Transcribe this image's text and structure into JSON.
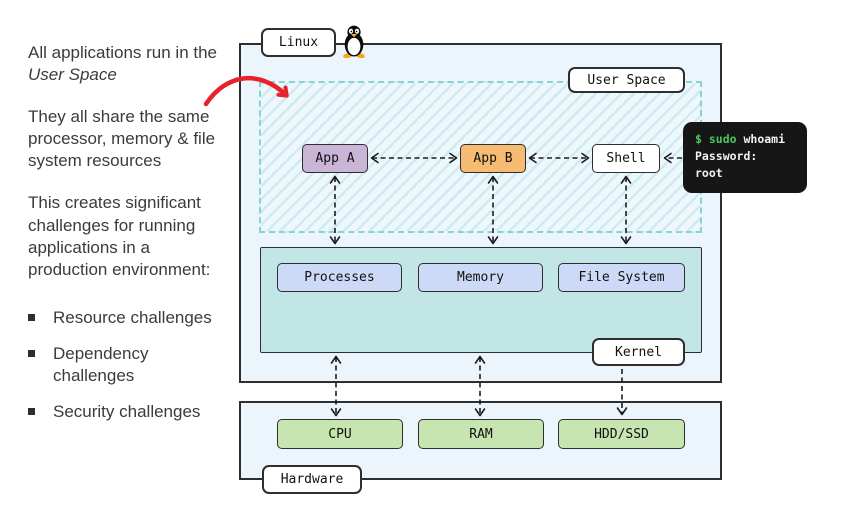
{
  "sidebar": {
    "p1": {
      "normal": "All applications run in the ",
      "italic": "User Space"
    },
    "p2": "They all share the same processor, memory & file system resources",
    "p3": "This creates significant challenges for running applications in a production environment:",
    "bullets": [
      "Resource challenges",
      "Dependency challenges",
      "Security challenges"
    ]
  },
  "diagram": {
    "linux_label": "Linux",
    "user_space_label": "User Space",
    "app_a": "App A",
    "app_b": "App B",
    "shell": "Shell",
    "kernel_label": "Kernel",
    "kernel_items": [
      "Processes",
      "Memory",
      "File System"
    ],
    "hardware_label": "Hardware",
    "hardware_items": [
      "CPU",
      "RAM",
      "HDD/SSD"
    ]
  },
  "terminal": {
    "line1_green": "$ sudo",
    "line1_white": " whoami",
    "line2": "Password:",
    "line3": "root"
  },
  "colors": {
    "app_a_fill": "#cbb5d6",
    "app_b_fill": "#f6bc73",
    "kernel_fill": "#c2e6e6",
    "kernel_item_fill": "#ccd9f7",
    "hardware_item_fill": "#c7e5b1",
    "layer_fill": "#ecf5fb",
    "user_space_stripe": "#cfeaf2",
    "terminal_bg": "#161616",
    "terminal_green": "#4cc761",
    "red_arrow": "#e8212b"
  }
}
